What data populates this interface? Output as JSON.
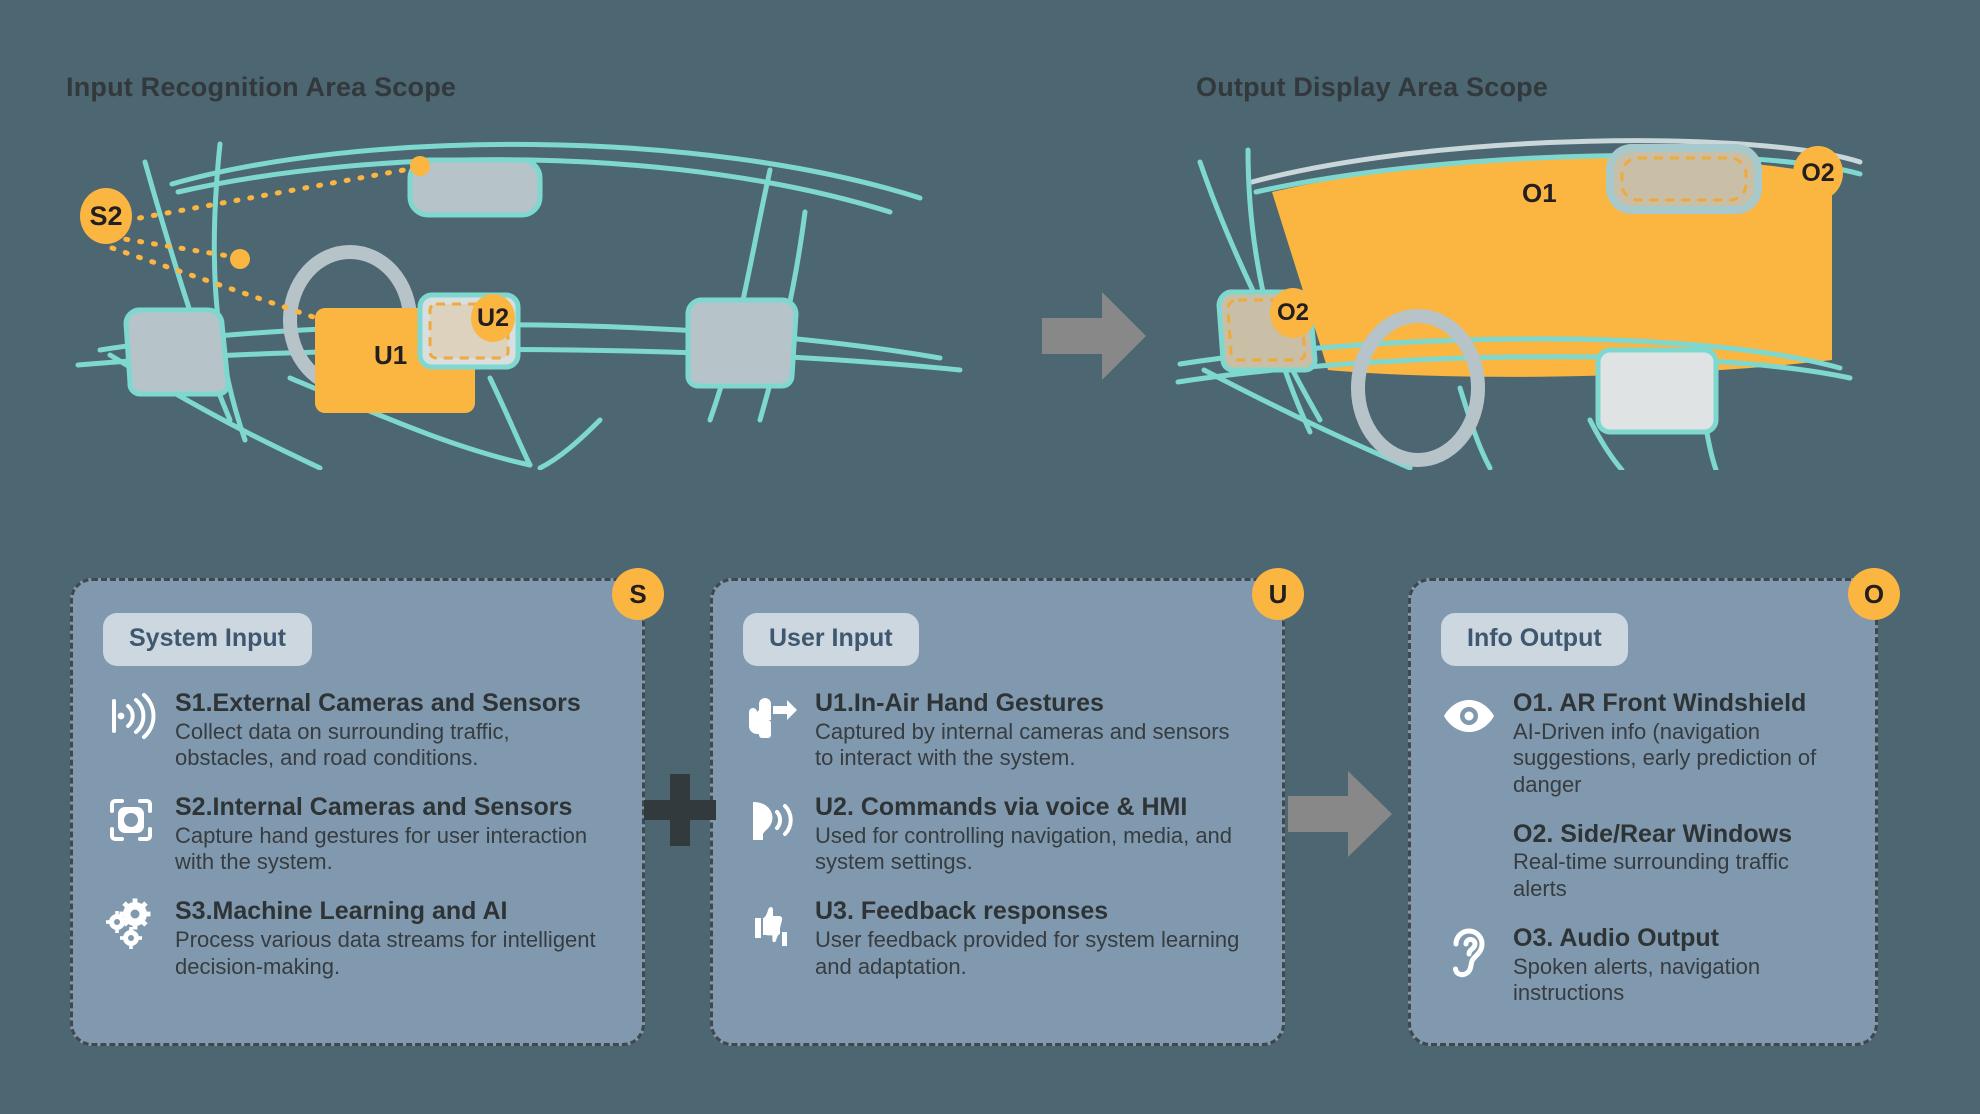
{
  "titles": {
    "input_scope": "Input Recognition Area Scope",
    "output_scope": "Output Display Area Scope"
  },
  "colors": {
    "background": "#4c6771",
    "card_bg": "#8099ae",
    "card_border": "#41484c",
    "accent_orange": "#fbb541",
    "teal_line": "#7fd8cf",
    "gray_part": "#b6c4c9",
    "chip_bg": "#ccd7e0",
    "chip_text": "#3f586f",
    "arrow_gray": "#888888",
    "text_dark": "#34393c"
  },
  "input_diagram": {
    "labels": [
      {
        "name": "S2",
        "text": "S2"
      },
      {
        "name": "U1",
        "text": "U1"
      },
      {
        "name": "U2",
        "text": "U2"
      }
    ]
  },
  "output_diagram": {
    "labels": [
      {
        "name": "O1",
        "text": "O1"
      },
      {
        "name": "O2-side",
        "text": "O2"
      },
      {
        "name": "O2-rear",
        "text": "O2"
      }
    ]
  },
  "connectors": {
    "scene_arrow": "arrow-right-icon",
    "plus": "plus-icon",
    "card_arrow": "arrow-right-icon"
  },
  "cards": [
    {
      "id": "system",
      "badge": "S",
      "chip": "System Input",
      "items": [
        {
          "icon": "sensor-wave-icon",
          "title": "S1.External Cameras and Sensors",
          "desc": "Collect data on surrounding traffic, obstacles, and road conditions."
        },
        {
          "icon": "camera-frame-icon",
          "title": "S2.Internal Cameras and Sensors",
          "desc": "Capture hand gestures for user interaction with the system."
        },
        {
          "icon": "gears-icon",
          "title": "S3.Machine Learning and AI",
          "desc": "Process various data streams for intelligent decision-making."
        }
      ]
    },
    {
      "id": "user",
      "badge": "U",
      "chip": "User Input",
      "items": [
        {
          "icon": "hand-swipe-icon",
          "title": "U1.In-Air Hand Gestures",
          "desc": "Captured by internal cameras and sensors to interact with the system."
        },
        {
          "icon": "voice-speak-icon",
          "title": "U2. Commands via voice & HMI",
          "desc": "Used for controlling navigation, media, and system settings."
        },
        {
          "icon": "thumbs-feedback-icon",
          "title": "U3. Feedback responses",
          "desc": "User feedback provided for system learning and adaptation."
        }
      ]
    },
    {
      "id": "output",
      "badge": "O",
      "chip": "Info Output",
      "items": [
        {
          "icon": "eye-icon",
          "title": "O1. AR Front Windshield",
          "desc": "AI-Driven info (navigation suggestions, early prediction of danger"
        },
        {
          "icon": "",
          "title": "O2. Side/Rear Windows",
          "desc": "Real-time surrounding traffic alerts"
        },
        {
          "icon": "ear-icon",
          "title": "O3. Audio Output",
          "desc": "Spoken alerts, navigation instructions"
        }
      ]
    }
  ]
}
